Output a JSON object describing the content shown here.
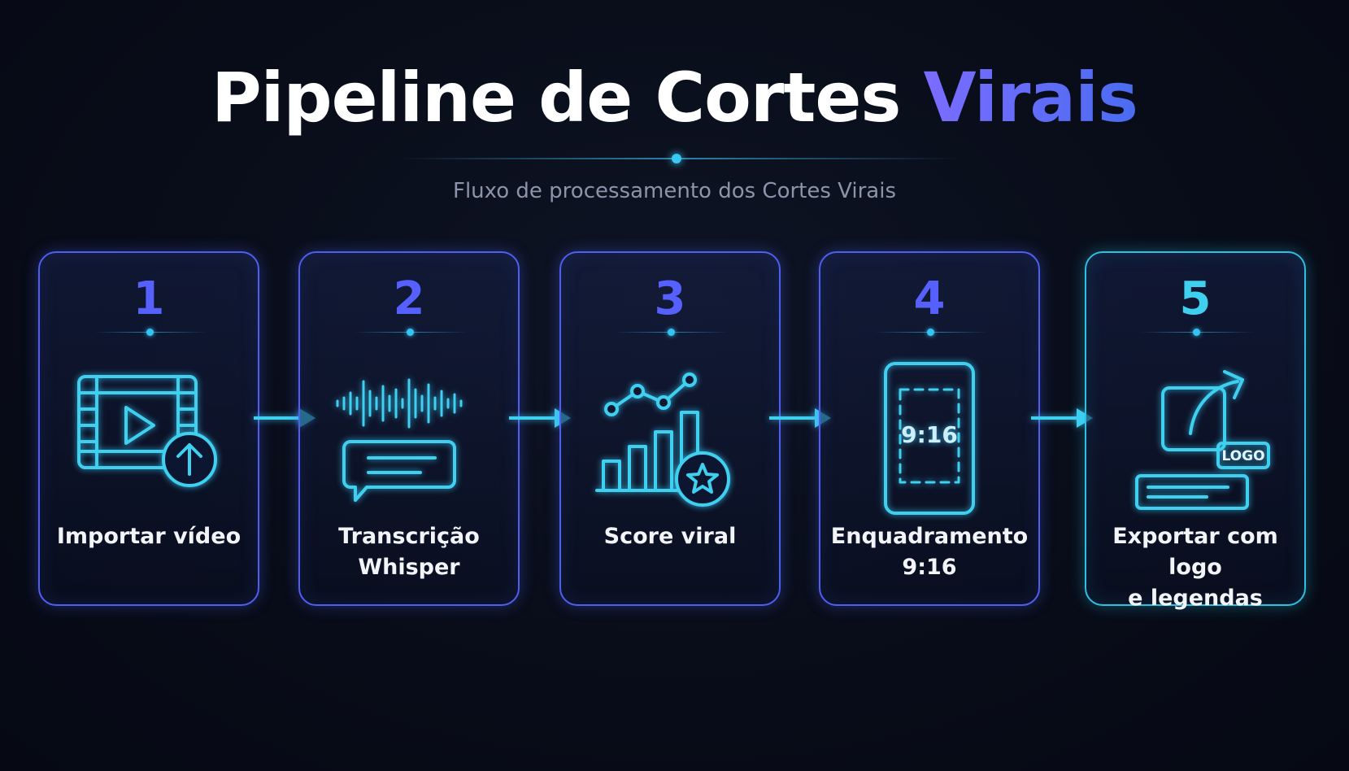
{
  "title": {
    "main": "Pipeline de Cortes",
    "accent": "Virais"
  },
  "subtitle": "Fluxo de processamento dos Cortes Virais",
  "steps": [
    {
      "number": "1",
      "label_lines": [
        "Importar vídeo",
        ""
      ],
      "icon": "video-upload-icon"
    },
    {
      "number": "2",
      "label_lines": [
        "Transcrição",
        "Whisper"
      ],
      "icon": "waveform-transcript-icon"
    },
    {
      "number": "3",
      "label_lines": [
        "Score viral",
        ""
      ],
      "icon": "chart-star-icon"
    },
    {
      "number": "4",
      "label_lines": [
        "Enquadramento",
        "9:16"
      ],
      "icon": "phone-frame-icon",
      "icon_text": "9:16"
    },
    {
      "number": "5",
      "label_lines": [
        "Exportar com logo",
        "e legendas"
      ],
      "icon": "export-logo-icon",
      "icon_text": "LOGO"
    }
  ],
  "colors": {
    "accent": "#5560ff",
    "cyan": "#3fd0f0",
    "background": "#080c18"
  }
}
